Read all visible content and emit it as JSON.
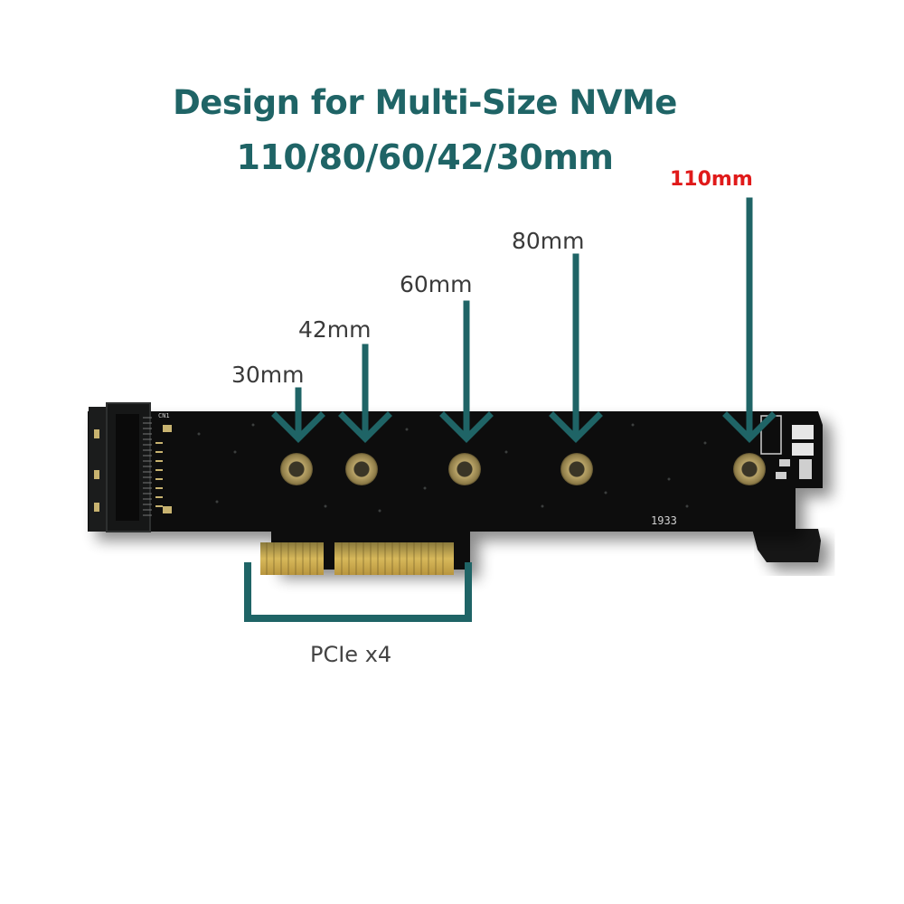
{
  "heading": {
    "line1": "Design for Multi-Size NVMe",
    "line2": "110/80/60/42/30mm"
  },
  "sizes": [
    {
      "label": "30mm",
      "highlight": false
    },
    {
      "label": "42mm",
      "highlight": false
    },
    {
      "label": "60mm",
      "highlight": false
    },
    {
      "label": "80mm",
      "highlight": false
    },
    {
      "label": "110mm",
      "highlight": true
    }
  ],
  "interface_label": "PCIe x4",
  "board_silkscreen": {
    "connector": "CN1",
    "part": "1933"
  },
  "colors": {
    "teal": "#1f6466",
    "highlight_red": "#e01a1a",
    "pcb": "#0e0f0f",
    "gold": "#c9a64a"
  }
}
